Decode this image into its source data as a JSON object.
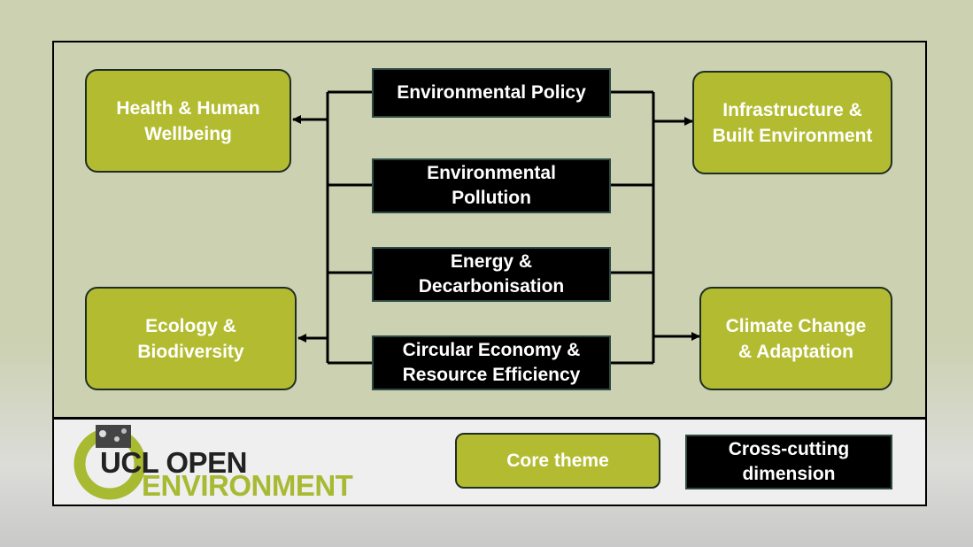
{
  "core_themes": {
    "health": "Health & Human\nWellbeing",
    "ecology": "Ecology &\nBiodiversity",
    "infrastructure": "Infrastructure &\nBuilt Environment",
    "climate": "Climate Change\n& Adaptation"
  },
  "cross_cutting": {
    "policy": "Environmental Policy",
    "pollution": "Environmental\nPollution",
    "energy": "Energy &\nDecarbonisation",
    "circular": "Circular Economy &\nResource Efficiency"
  },
  "legend": {
    "core_label": "Core theme",
    "cross_label": "Cross-cutting\ndimension"
  },
  "logo": {
    "line1": "UCL OPEN",
    "line2": "ENVIRONMENT"
  },
  "colors": {
    "core_fill": "#b3bc31",
    "cross_fill": "#000000",
    "background": "#cbd1b1",
    "logo_green": "#a8b932"
  }
}
